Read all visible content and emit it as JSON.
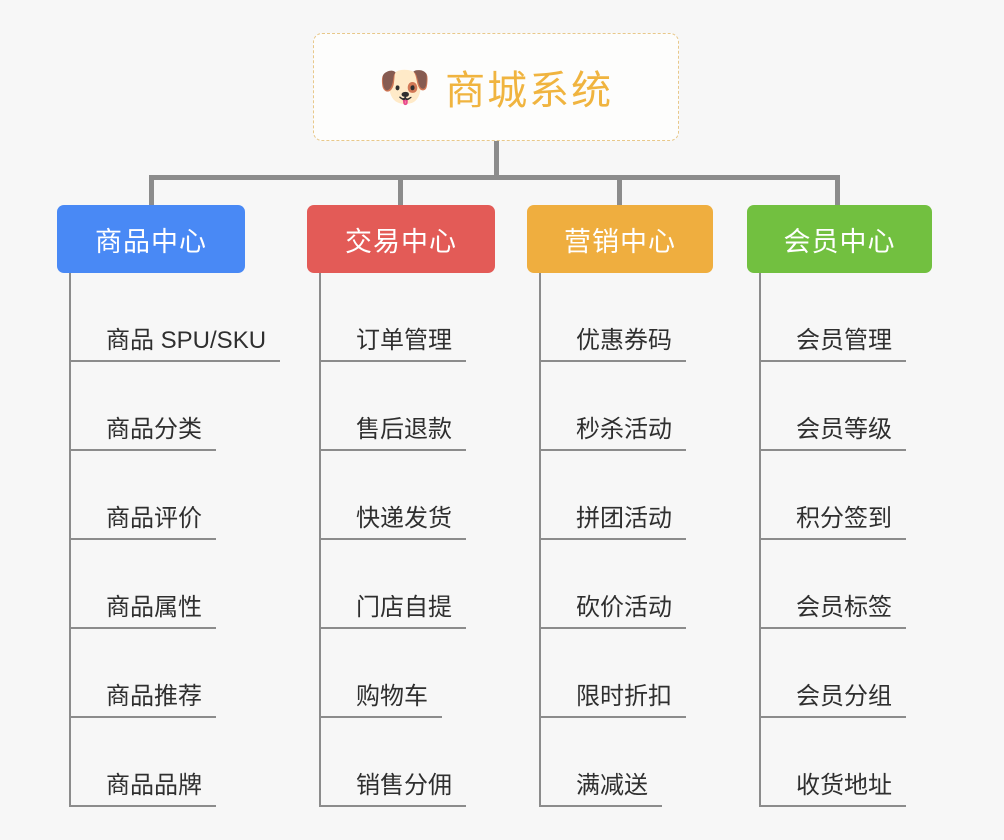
{
  "diagram": {
    "root": {
      "icon": "dog-face-emoji",
      "icon_glyph": "🐶",
      "title": "商城系统",
      "border_color": "#e8c88a",
      "title_color": "#f0b43f"
    },
    "columns": [
      {
        "header": "商品中心",
        "color": "#4989f5",
        "items": [
          "商品 SPU/SKU",
          "商品分类",
          "商品评价",
          "商品属性",
          "商品推荐",
          "商品品牌"
        ]
      },
      {
        "header": "交易中心",
        "color": "#e35b57",
        "items": [
          "订单管理",
          "售后退款",
          "快递发货",
          "门店自提",
          "购物车",
          "销售分佣"
        ]
      },
      {
        "header": "营销中心",
        "color": "#efae3f",
        "items": [
          "优惠券码",
          "秒杀活动",
          "拼团活动",
          "砍价活动",
          "限时折扣",
          "满减送"
        ]
      },
      {
        "header": "会员中心",
        "color": "#72c040",
        "items": [
          "会员管理",
          "会员等级",
          "积分签到",
          "会员标签",
          "会员分组",
          "收货地址"
        ]
      }
    ]
  }
}
